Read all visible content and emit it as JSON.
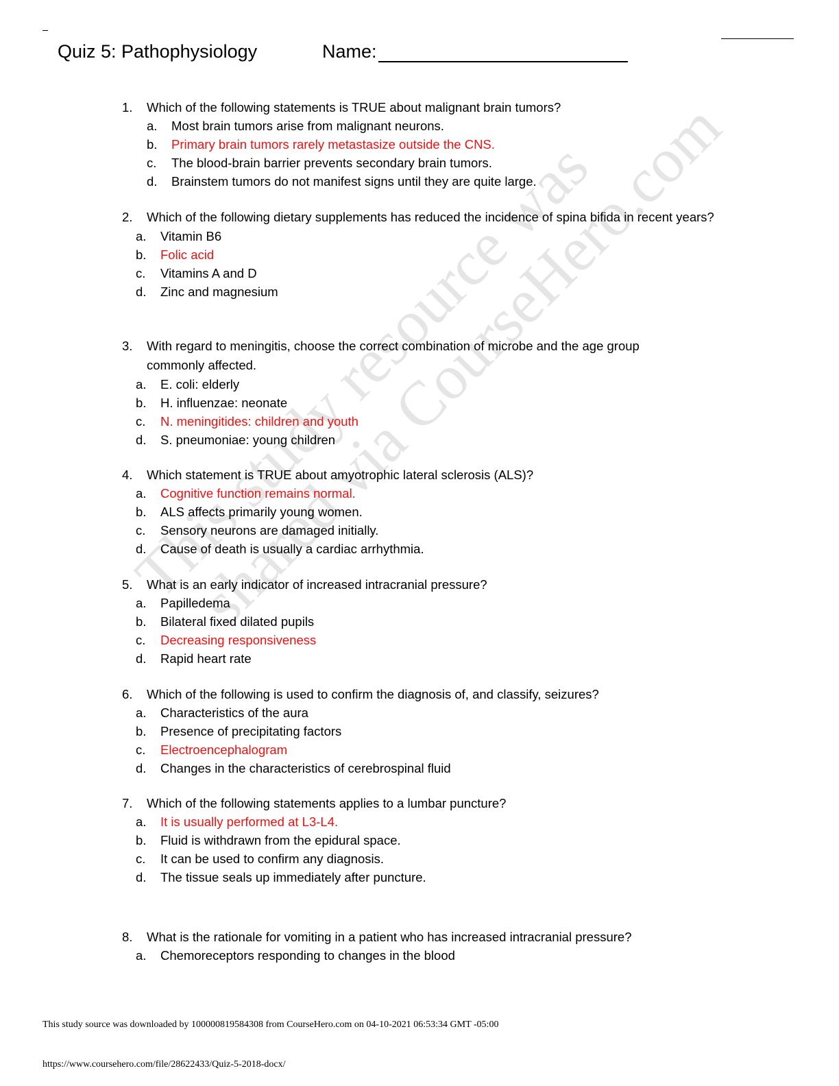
{
  "header": {
    "title": "Quiz 5: Pathophysiology",
    "name_label": "Name:"
  },
  "answer_color": "#ee1111",
  "questions": [
    {
      "number": "1.",
      "text": "Which of the following statements is TRUE about malignant brain tumors?",
      "options": [
        {
          "letter": "a.",
          "text": "Most brain tumors arise from malignant neurons.",
          "correct": false
        },
        {
          "letter": "b.",
          "text": "Primary brain tumors rarely metastasize outside the CNS.",
          "correct": true
        },
        {
          "letter": "c.",
          "text": "The blood-brain barrier prevents secondary brain tumors.",
          "correct": false
        },
        {
          "letter": "d.",
          "text": "Brainstem tumors do not manifest signs until they are quite large.",
          "correct": false
        }
      ]
    },
    {
      "number": "2.",
      "text": "Which of the following dietary supplements has reduced the incidence of spina bifida in recent years?",
      "options": [
        {
          "letter": "a.",
          "text": "Vitamin B6",
          "correct": false
        },
        {
          "letter": "b.",
          "text": "Folic acid",
          "correct": true
        },
        {
          "letter": "c.",
          "text": "Vitamins A and D",
          "correct": false
        },
        {
          "letter": "d.",
          "text": "Zinc and magnesium",
          "correct": false
        }
      ]
    },
    {
      "number": "3.",
      "text": "With regard to meningitis, choose the correct combination of microbe and the age group commonly affected.",
      "options": [
        {
          "letter": "a.",
          "text": "E. coli: elderly",
          "correct": false
        },
        {
          "letter": "b.",
          "text": "H. influenzae: neonate",
          "correct": false
        },
        {
          "letter": "c.",
          "text": "N. meningitides: children and youth",
          "correct": true
        },
        {
          "letter": "d.",
          "text": "S. pneumoniae: young children",
          "correct": false
        }
      ]
    },
    {
      "number": "4.",
      "text": "Which statement is TRUE about amyotrophic lateral sclerosis (ALS)?",
      "options": [
        {
          "letter": "a.",
          "text": "Cognitive function remains normal.",
          "correct": true
        },
        {
          "letter": "b.",
          "text": "ALS affects primarily young women.",
          "correct": false
        },
        {
          "letter": "c.",
          "text": "Sensory neurons are damaged initially.",
          "correct": false
        },
        {
          "letter": "d.",
          "text": "Cause of death is usually a cardiac arrhythmia.",
          "correct": false
        }
      ]
    },
    {
      "number": "5.",
      "text": "What is an early indicator of increased intracranial pressure?",
      "options": [
        {
          "letter": "a.",
          "text": "Papilledema",
          "correct": false
        },
        {
          "letter": "b.",
          "text": "Bilateral fixed dilated pupils",
          "correct": false
        },
        {
          "letter": "c.",
          "text": "Decreasing responsiveness",
          "correct": true
        },
        {
          "letter": "d.",
          "text": "Rapid heart rate",
          "correct": false
        }
      ]
    },
    {
      "number": "6.",
      "text": "Which of the following is used to confirm the diagnosis of, and classify, seizures?",
      "options": [
        {
          "letter": "a.",
          "text": "Characteristics of the aura",
          "correct": false
        },
        {
          "letter": "b.",
          "text": "Presence of precipitating factors",
          "correct": false
        },
        {
          "letter": "c.",
          "text": "Electroencephalogram",
          "correct": true
        },
        {
          "letter": "d.",
          "text": "Changes in the characteristics of cerebrospinal fluid",
          "correct": false
        }
      ]
    },
    {
      "number": "7.",
      "text": "Which of the following statements applies to a lumbar puncture?",
      "options": [
        {
          "letter": "a.",
          "text": "It is usually performed at L3-L4.",
          "correct": true
        },
        {
          "letter": "b.",
          "text": "Fluid is withdrawn from the epidural space.",
          "correct": false
        },
        {
          "letter": "c.",
          "text": "It can be used to confirm any diagnosis.",
          "correct": false
        },
        {
          "letter": "d.",
          "text": "The tissue seals up immediately after puncture.",
          "correct": false
        }
      ]
    },
    {
      "number": "8.",
      "text": "What is the rationale for vomiting in a patient who has increased intracranial pressure?",
      "options": [
        {
          "letter": "a.",
          "text": "Chemoreceptors responding to changes in the blood",
          "correct": false
        }
      ]
    }
  ],
  "watermark": {
    "line1": "This study resource was",
    "line2": "shared via CourseHero.com"
  },
  "footer": {
    "download_note": "This study source was downloaded by 100000819584308 from CourseHero.com on 04-10-2021 06:53:34 GMT -05:00",
    "url": "https://www.coursehero.com/file/28622433/Quiz-5-2018-docx/"
  }
}
